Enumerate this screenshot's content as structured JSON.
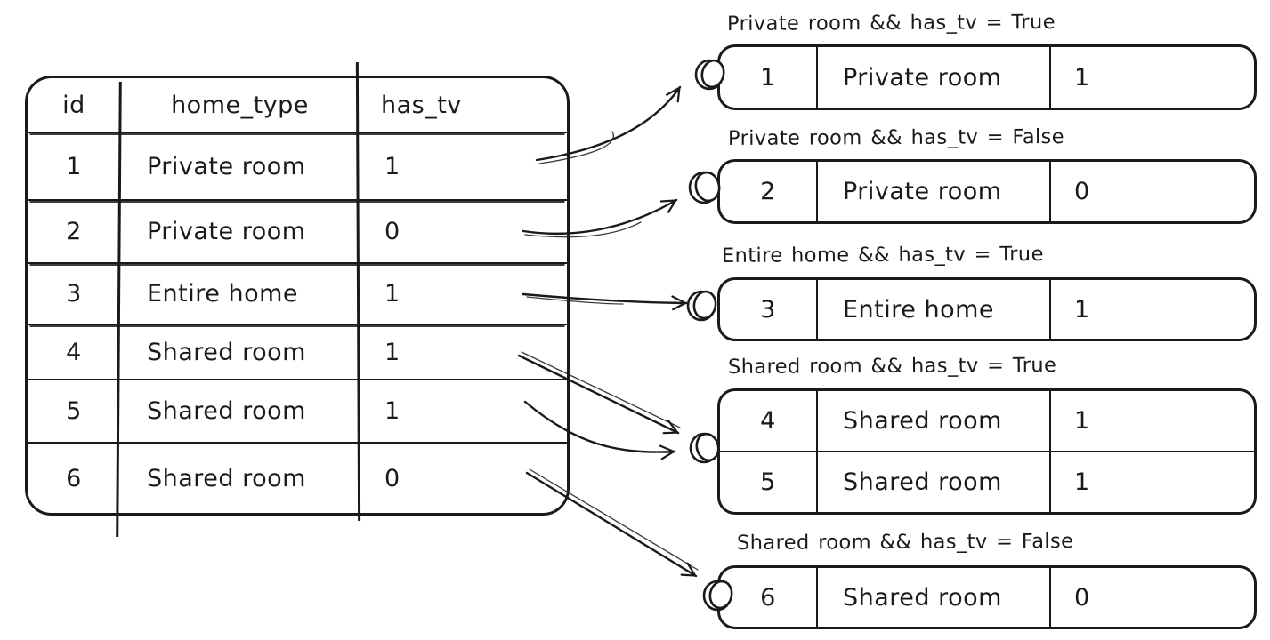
{
  "diagram": {
    "title": "",
    "ink_color": "#1a1a1a",
    "background_color": "#ffffff"
  },
  "table": {
    "headers": {
      "id": "id",
      "home_type": "home_type",
      "has_tv": "has_tv"
    },
    "rows": [
      {
        "id": "1",
        "home_type": "Private room",
        "has_tv": "1"
      },
      {
        "id": "2",
        "home_type": "Private room",
        "has_tv": "0"
      },
      {
        "id": "3",
        "home_type": "Entire home",
        "has_tv": "1"
      },
      {
        "id": "4",
        "home_type": "Shared room",
        "has_tv": "1"
      },
      {
        "id": "5",
        "home_type": "Shared room",
        "has_tv": "1"
      },
      {
        "id": "6",
        "home_type": "Shared room",
        "has_tv": "0"
      }
    ]
  },
  "groups": [
    {
      "label": "Private room && has_tv = True",
      "rows": [
        {
          "id": "1",
          "home_type": "Private room",
          "has_tv": "1"
        }
      ]
    },
    {
      "label": "Private room && has_tv = False",
      "rows": [
        {
          "id": "2",
          "home_type": "Private room",
          "has_tv": "0"
        }
      ]
    },
    {
      "label": "Entire home && has_tv = True",
      "rows": [
        {
          "id": "3",
          "home_type": "Entire home",
          "has_tv": "1"
        }
      ]
    },
    {
      "label": "Shared room && has_tv = True",
      "rows": [
        {
          "id": "4",
          "home_type": "Shared room",
          "has_tv": "1"
        },
        {
          "id": "5",
          "home_type": "Shared room",
          "has_tv": "1"
        }
      ]
    },
    {
      "label": "Shared room && has_tv = False",
      "rows": [
        {
          "id": "6",
          "home_type": "Shared room",
          "has_tv": "0"
        }
      ]
    }
  ],
  "connections": [
    {
      "from_row_id": "1",
      "to_group": 0
    },
    {
      "from_row_id": "2",
      "to_group": 1
    },
    {
      "from_row_id": "3",
      "to_group": 2
    },
    {
      "from_row_id": "4",
      "to_group": 3
    },
    {
      "from_row_id": "5",
      "to_group": 3
    },
    {
      "from_row_id": "6",
      "to_group": 4
    }
  ]
}
